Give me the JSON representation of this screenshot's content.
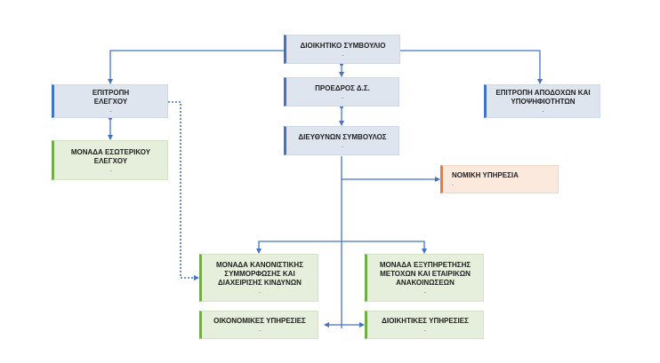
{
  "nodes": {
    "board": {
      "label": "ΔΙΟΙΚΗΤΙΚΟ ΣΥΜΒΟΥΛΙΟ",
      "sub": "."
    },
    "chairman": {
      "label": "ΠΡΟΕΔΡΟΣ Δ.Σ.",
      "sub": "."
    },
    "ceo": {
      "label": "ΔΙΕΥΘΥΝΩΝ ΣΥΜΒΟΥΛΟΣ",
      "sub": "."
    },
    "audit_committee": {
      "label": "ΕΠΙΤΡΟΠΗ\nΕΛΕΓΧΟΥ",
      "sub": "."
    },
    "internal_audit": {
      "label": "ΜΟΝΑΔΑ ΕΣΩΤΕΡΙΚΟΥ\nΕΛΕΓΧΟΥ",
      "sub": "."
    },
    "remuneration_committee": {
      "label": "ΕΠΙΤΡΟΠΗ ΑΠΟΔΟΧΩΝ ΚΑΙ\nΥΠΟΨΗΦΙΟΤΗΤΩΝ",
      "sub": "."
    },
    "legal": {
      "label": "ΝΟΜΙΚΗ ΥΠΗΡΕΣΙΑ",
      "sub": "."
    },
    "compliance": {
      "label": "ΜΟΝΑΔΑ ΚΑΝΟΝΙΣΤΙΚΗΣ\nΣΥΜΜΟΡΦΩΣΗΣ ΚΑΙ\nΔΙΑΧΕΙΡΙΣΗΣ ΚΙΝΔΥΝΩΝ",
      "sub": "."
    },
    "shareholder_services": {
      "label": "ΜΟΝΑΔΑ ΕΞΥΠΗΡΕΤΗΣΗΣ\nΜΕΤΟΧΩΝ ΚΑΙ ΕΤΑΙΡΙΚΩΝ\nΑΝΑΚΟΙΝΩΣΕΩΝ",
      "sub": "."
    },
    "financial": {
      "label": "ΟΙΚΟΝΟΜΙΚΕΣ ΥΠΗΡΕΣΙΕΣ",
      "sub": "."
    },
    "administrative": {
      "label": "ΔΙΟΙΚΗΤΙΚΕΣ ΥΠΗΡΕΣΙΕΣ",
      "sub": "."
    }
  },
  "colors": {
    "line": "#4472c4",
    "blue_fill": "#dfe5ef",
    "blue_accent": "#4472c4",
    "green_fill": "#e6eedc",
    "green_accent": "#70ad47",
    "orange_fill": "#fbe9de",
    "orange_accent": "#ed7d31"
  }
}
